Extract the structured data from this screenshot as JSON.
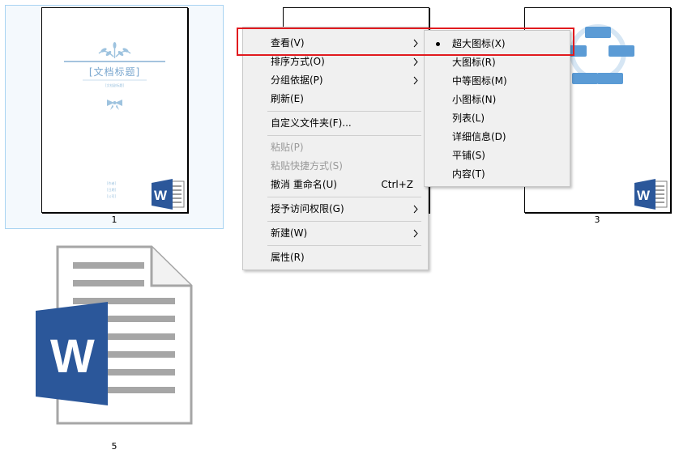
{
  "files": [
    {
      "label": "1",
      "doc_title": "[文档标题]",
      "doc_subtitle": "[文档副标题]",
      "footer_lines": [
        "[作者]",
        "[日期]",
        "[公司]"
      ],
      "icon": "word-icon"
    },
    {
      "label": "3",
      "icon": "word-icon"
    },
    {
      "label": "5",
      "icon": "word-document-icon"
    }
  ],
  "context_menu": {
    "items": [
      {
        "label": "查看(V)",
        "submenu": true,
        "disabled": false
      },
      {
        "label": "排序方式(O)",
        "submenu": true,
        "disabled": false
      },
      {
        "label": "分组依据(P)",
        "submenu": true,
        "disabled": false
      },
      {
        "label": "刷新(E)",
        "submenu": false,
        "disabled": false
      },
      {
        "label": "自定义文件夹(F)...",
        "submenu": false,
        "disabled": false
      },
      {
        "label": "粘贴(P)",
        "submenu": false,
        "disabled": true
      },
      {
        "label": "粘贴快捷方式(S)",
        "submenu": false,
        "disabled": true
      },
      {
        "label": "撤消 重命名(U)",
        "shortcut": "Ctrl+Z",
        "submenu": false,
        "disabled": false
      },
      {
        "label": "授予访问权限(G)",
        "submenu": true,
        "disabled": false
      },
      {
        "label": "新建(W)",
        "submenu": true,
        "disabled": false
      },
      {
        "label": "属性(R)",
        "submenu": false,
        "disabled": false
      }
    ]
  },
  "view_submenu": {
    "items": [
      {
        "label": "超大图标(X)",
        "selected": true
      },
      {
        "label": "大图标(R)",
        "selected": false
      },
      {
        "label": "中等图标(M)",
        "selected": false
      },
      {
        "label": "小图标(N)",
        "selected": false
      },
      {
        "label": "列表(L)",
        "selected": false
      },
      {
        "label": "详细信息(D)",
        "selected": false
      },
      {
        "label": "平铺(S)",
        "selected": false
      },
      {
        "label": "内容(T)",
        "selected": false
      }
    ]
  },
  "colors": {
    "highlight_border": "#e11a1f",
    "word_blue": "#2b579a",
    "menu_bg": "#f0f0f0",
    "diagram_blue": "#5b9bd5"
  }
}
